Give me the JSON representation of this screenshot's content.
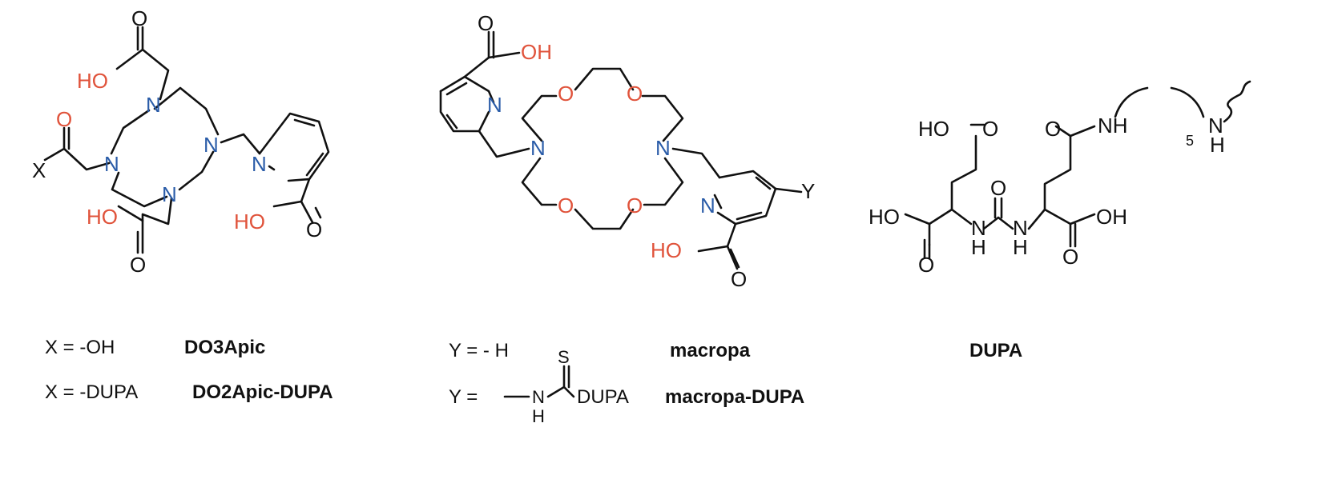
{
  "colors": {
    "nitrogen": "#2a5ca8",
    "oxygen": "#e0533b",
    "carbon": "#111111",
    "background": "#ffffff"
  },
  "atoms": {
    "O": "O",
    "N": "N",
    "HO": "HO",
    "OH": "OH",
    "H": "H",
    "NH": "NH",
    "S": "S",
    "X": "X",
    "Y": "Y",
    "five": "5"
  },
  "legend": {
    "do3apic_x": "X = -OH",
    "do3apic_name": "DO3Apic",
    "do2apic_x": "X = -DUPA",
    "do2apic_name": "DO2Apic-DUPA",
    "macropa_y": "Y = - H",
    "macropa_name": "macropa",
    "macropa_dupa_y": "Y =",
    "macropa_dupa_dupa": "DUPA",
    "macropa_dupa_name": "macropa-DUPA",
    "dupa_name": "DUPA"
  }
}
